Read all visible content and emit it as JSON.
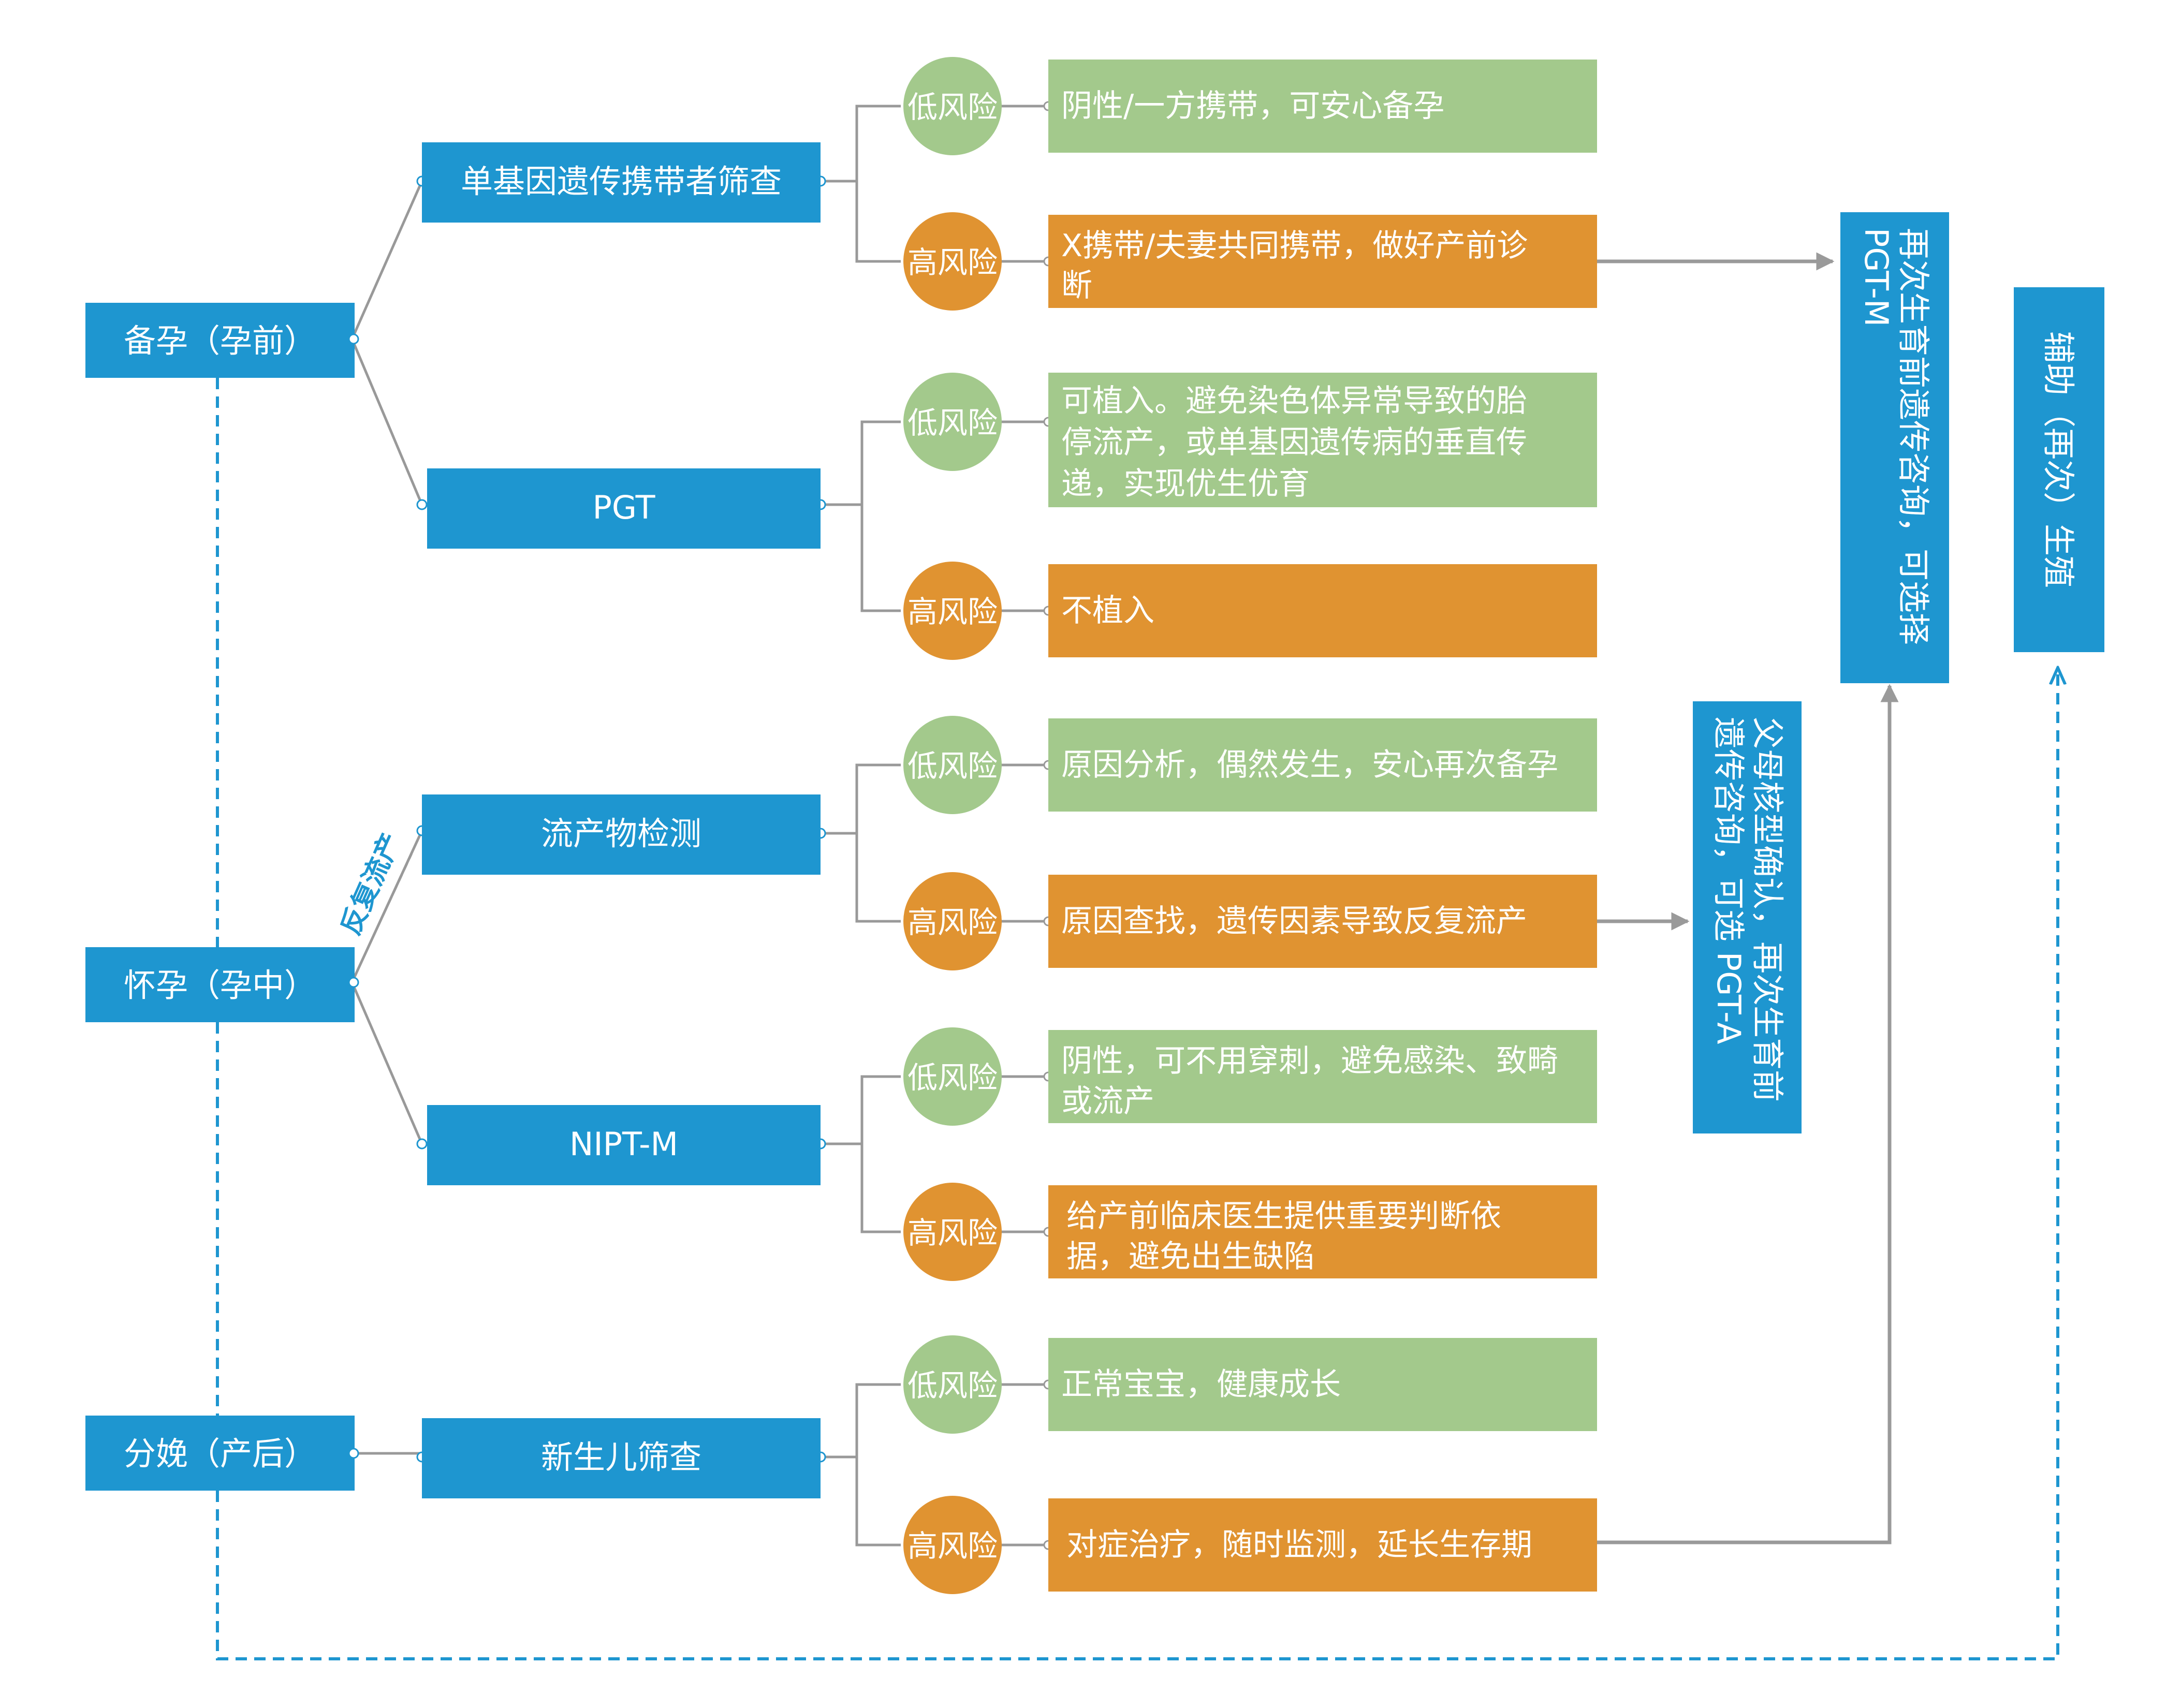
{
  "colors": {
    "blue": "#1e96d0",
    "green": "#a3c98c",
    "orange": "#e09331",
    "connector": "#999999",
    "arrow": "#9a9a9a",
    "dashed": "#1e96d0",
    "text": "#ffffff"
  },
  "stages": {
    "prepregnancy": "备孕（孕前）",
    "pregnancy": "怀孕（孕中）",
    "delivery": "分娩（产后）"
  },
  "tests": {
    "carrier_screening": "单基因遗传携带者筛查",
    "pgt": "PGT",
    "pregnancy_loss_test": "流产物检测",
    "nipt_m": "NIPT-M",
    "newborn_screening": "新生儿筛查"
  },
  "risk": {
    "low": "低风险",
    "high": "高风险"
  },
  "outcomes": {
    "carrier_low": "阴性/一方携带，可安心备孕",
    "carrier_high": [
      "X携带/夫妻共同携带，做好产前诊",
      "断"
    ],
    "pgt_low": [
      "可植入。避免染色体异常导致的胎",
      "停流产，或单基因遗传病的垂直传",
      "递，实现优生优育"
    ],
    "pgt_high": "不植入",
    "loss_low": "原因分析，偶然发生，安心再次备孕",
    "loss_high": "原因查找，遗传因素导致反复流产",
    "nipt_low": [
      "阴性，可不用穿刺，避免感染、致畸",
      "或流产"
    ],
    "nipt_high": [
      "给产前临床医生提供重要判断依",
      "据，避免出生缺陷"
    ],
    "newborn_low": "正常宝宝，健康成长",
    "newborn_high": "对症治疗，随时监测，延长生存期"
  },
  "side_boxes": {
    "pgt_m": [
      "再次生育前遗传咨询，可选择",
      "PGT-M"
    ],
    "pgt_a": [
      "父母核型确认，再次生育前",
      "遗传咨询，可选 PGT-A"
    ],
    "assisted": "辅助（再次）生殖"
  },
  "annotations": {
    "recurrent_loss": "反复流产"
  }
}
